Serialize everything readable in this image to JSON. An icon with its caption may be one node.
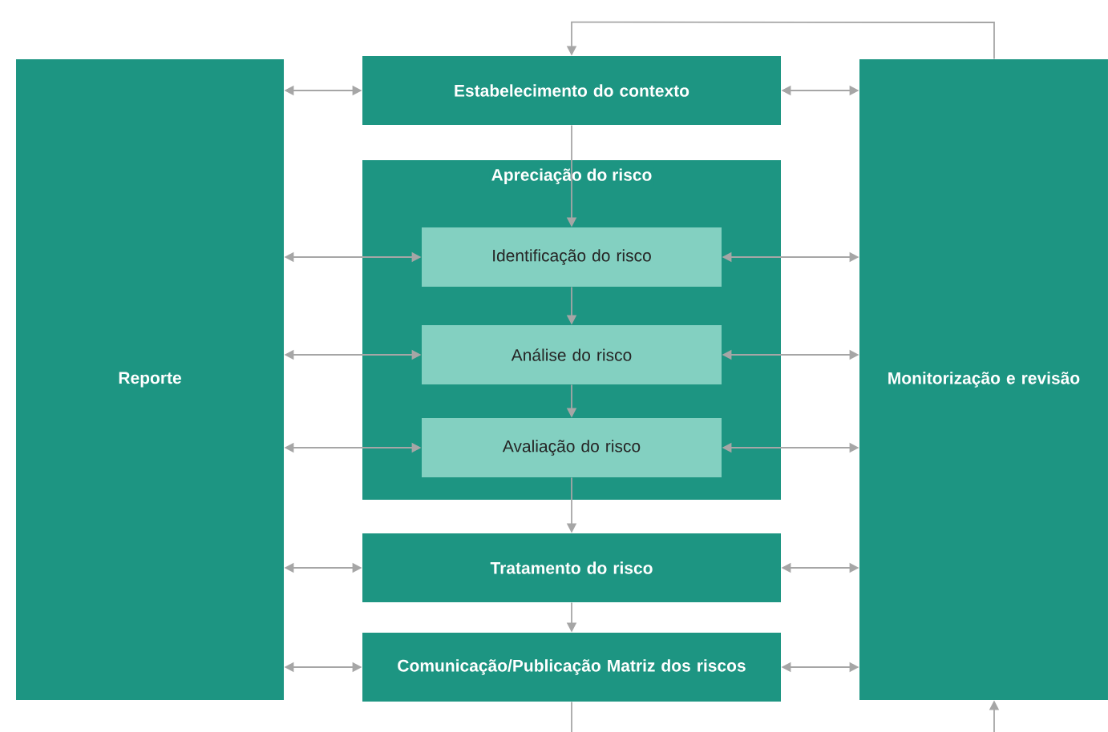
{
  "diagram": {
    "nodes": [
      {
        "text": [
          "Reporte"
        ]
      },
      {
        "text": [
          "Monitorização e revisão"
        ]
      },
      {
        "text": [
          "Estabelecimento do contexto"
        ]
      },
      {
        "text": [
          "Apreciação do risco"
        ]
      },
      {
        "text": [
          "Identificação do risco"
        ],
        "in": 3
      },
      {
        "text": [
          "Análise do risco"
        ],
        "in": 3
      },
      {
        "text": [
          "Avaliação do risco"
        ],
        "in": 3
      },
      {
        "text": [
          "Tratamento do risco"
        ]
      },
      {
        "text": [
          "Comunicação/Publicação Matriz dos riscos"
        ]
      }
    ],
    "edges": [
      {
        "from": 1,
        "to": 2,
        "arrow": "to"
      },
      {
        "from": 2,
        "to": 4,
        "arrow": "to"
      },
      {
        "from": 4,
        "to": 5,
        "arrow": "to"
      },
      {
        "from": 5,
        "to": 6,
        "arrow": "to"
      },
      {
        "from": 6,
        "to": 7,
        "arrow": "to"
      },
      {
        "from": 7,
        "to": 8,
        "arrow": "to"
      },
      {
        "from": 8,
        "to": null,
        "arrow": "none"
      },
      {
        "from": null,
        "to": 1,
        "arrow": "to"
      },
      {
        "from": 0,
        "to": 2,
        "arrow": "both"
      },
      {
        "from": 2,
        "to": 1,
        "arrow": "both"
      },
      {
        "from": 0,
        "to": 4,
        "arrow": "both"
      },
      {
        "from": 4,
        "to": 1,
        "arrow": "both"
      },
      {
        "from": 0,
        "to": 5,
        "arrow": "both"
      },
      {
        "from": 5,
        "to": 1,
        "arrow": "both"
      },
      {
        "from": 0,
        "to": 6,
        "arrow": "both"
      },
      {
        "from": 6,
        "to": 1,
        "arrow": "both"
      },
      {
        "from": 0,
        "to": 7,
        "arrow": "both"
      },
      {
        "from": 7,
        "to": 1,
        "arrow": "both"
      },
      {
        "from": 0,
        "to": 8,
        "arrow": "both"
      },
      {
        "from": 8,
        "to": 1,
        "arrow": "both"
      }
    ]
  }
}
